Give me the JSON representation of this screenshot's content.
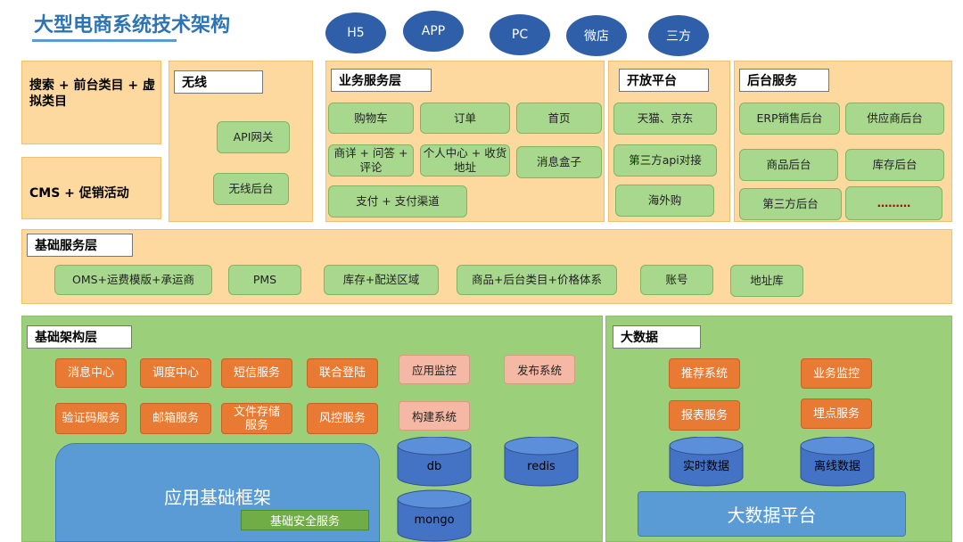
{
  "title": "大型电商系统技术架构",
  "clients": [
    "H5",
    "APP",
    "PC",
    "微店",
    "三方"
  ],
  "left": {
    "search": "搜索 + 前台类目 + 虚拟类目",
    "cms": "CMS + 促销活动"
  },
  "wireless": {
    "label": "无线",
    "items": [
      "API网关",
      "无线后台"
    ]
  },
  "business": {
    "label": "业务服务层",
    "items": [
      "购物车",
      "订单",
      "首页",
      "商详 + 问答 + 评论",
      "个人中心 + 收货地址",
      "消息盒子",
      "支付 + 支付渠道"
    ]
  },
  "open": {
    "label": "开放平台",
    "items": [
      "天猫、京东",
      "第三方api对接",
      "海外购"
    ]
  },
  "backend": {
    "label": "后台服务",
    "items": [
      "ERP销售后台",
      "供应商后台",
      "商品后台",
      "库存后台",
      "第三方后台",
      "………"
    ]
  },
  "basic": {
    "label": "基础服务层",
    "items": [
      "OMS+运费模版+承运商",
      "PMS",
      "库存+配送区域",
      "商品+后台类目+价格体系",
      "账号",
      "地址库"
    ]
  },
  "infra": {
    "label": "基础架构层",
    "orange": [
      "消息中心",
      "调度中心",
      "短信服务",
      "联合登陆",
      "验证码服务",
      "邮箱服务",
      "文件存储服务",
      "风控服务"
    ],
    "pink": [
      "应用监控",
      "发布系统",
      "构建系统"
    ],
    "framework": "应用基础框架",
    "security": "基础安全服务",
    "db": [
      "db",
      "redis",
      "mongo"
    ]
  },
  "bigdata": {
    "label": "大数据",
    "items": [
      "推荐系统",
      "业务监控",
      "报表服务",
      "埋点服务"
    ],
    "db": [
      "实时数据",
      "离线数据"
    ],
    "platform": "大数据平台"
  },
  "colors": {
    "title": "#2e74b5",
    "oval": "#2f5fa8",
    "orange_panel": "#fdd9a0",
    "green_panel": "#9ccf7a",
    "green_btn": "#a8d88e",
    "orange_btn": "#e87a33",
    "pink_btn": "#f4b8a4",
    "blue": "#5b9bd5"
  }
}
